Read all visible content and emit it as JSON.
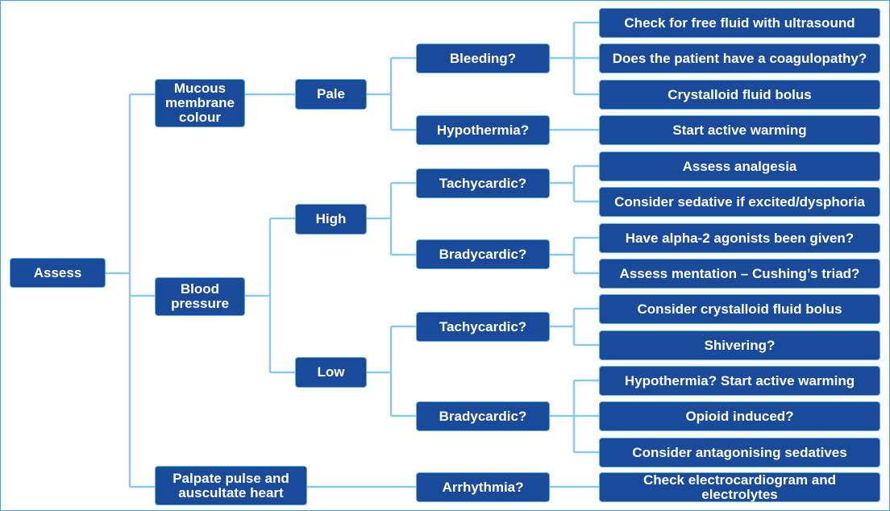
{
  "diagram": {
    "root": "Assess",
    "categories": {
      "mucous": "Mucous\nmembrane\ncolour",
      "blood_pressure": "Blood\npressure",
      "pulse": "Palpate pulse and\nauscultate heart"
    },
    "findings": {
      "pale": "Pale",
      "high": "High",
      "low": "Low"
    },
    "questions": {
      "bleeding": "Bleeding?",
      "hypothermia": "Hypothermia?",
      "high_tachy": "Tachycardic?",
      "high_brady": "Bradycardic?",
      "low_tachy": "Tachycardic?",
      "low_brady": "Bradycardic?",
      "arrhythmia": "Arrhythmia?"
    },
    "actions": {
      "free_fluid": "Check for free fluid with ultrasound",
      "coagulopathy": "Does the patient have a coagulopathy?",
      "crystalloid_bolus": "Crystalloid fluid bolus",
      "active_warming": "Start active warming",
      "analgesia": "Assess analgesia",
      "sedative": "Consider sedative if excited/dysphoria",
      "alpha2": "Have alpha-2 agonists been given?",
      "mentation": "Assess mentation – Cushing’s triad?",
      "consider_bolus": "Consider crystalloid fluid bolus",
      "shivering": "Shivering?",
      "hypothermia_warming": "Hypothermia? Start active warming",
      "opioid": "Opioid induced?",
      "antagonising": "Consider antagonising sedatives",
      "ecg": "Check electrocardiogram and\nelectrolytes"
    }
  }
}
